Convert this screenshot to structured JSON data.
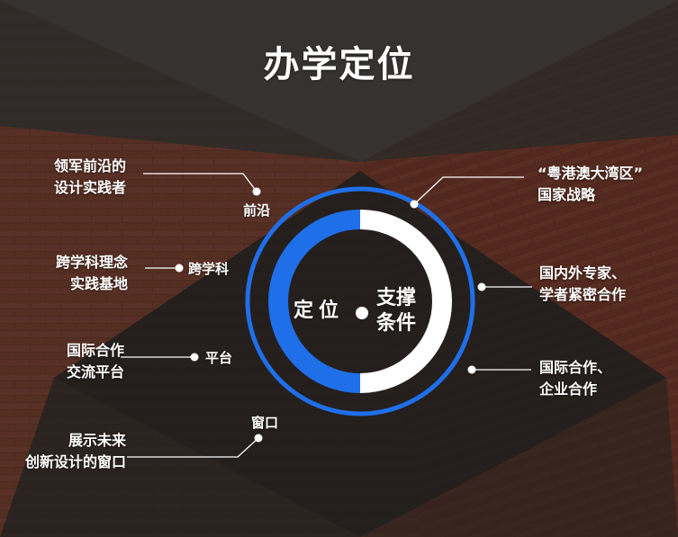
{
  "title": "办学定位",
  "center": {
    "left_text": "定位",
    "right_text": [
      "支撑",
      "条件"
    ]
  },
  "positioning_items": [
    {
      "label": "前沿",
      "description": [
        "领军前沿的",
        "设计实践者"
      ]
    },
    {
      "label": "跨学科",
      "description": [
        "跨学科理念",
        "实践基地"
      ]
    },
    {
      "label": "平台",
      "description": [
        "国际合作",
        "交流平台"
      ]
    },
    {
      "label": "窗口",
      "description": [
        "展示未来",
        "创新设计的窗口"
      ]
    }
  ],
  "support_items": [
    [
      "“粤港澳大湾区”",
      "国家战略"
    ],
    [
      "国内外专家、",
      "学者紧密合作"
    ],
    [
      "国际合作、",
      "企业合作"
    ]
  ],
  "colors": {
    "accent_blue": "#1e6fe8",
    "white": "#ffffff",
    "brick": "#6e3a2c",
    "dark": "#3c3532"
  }
}
